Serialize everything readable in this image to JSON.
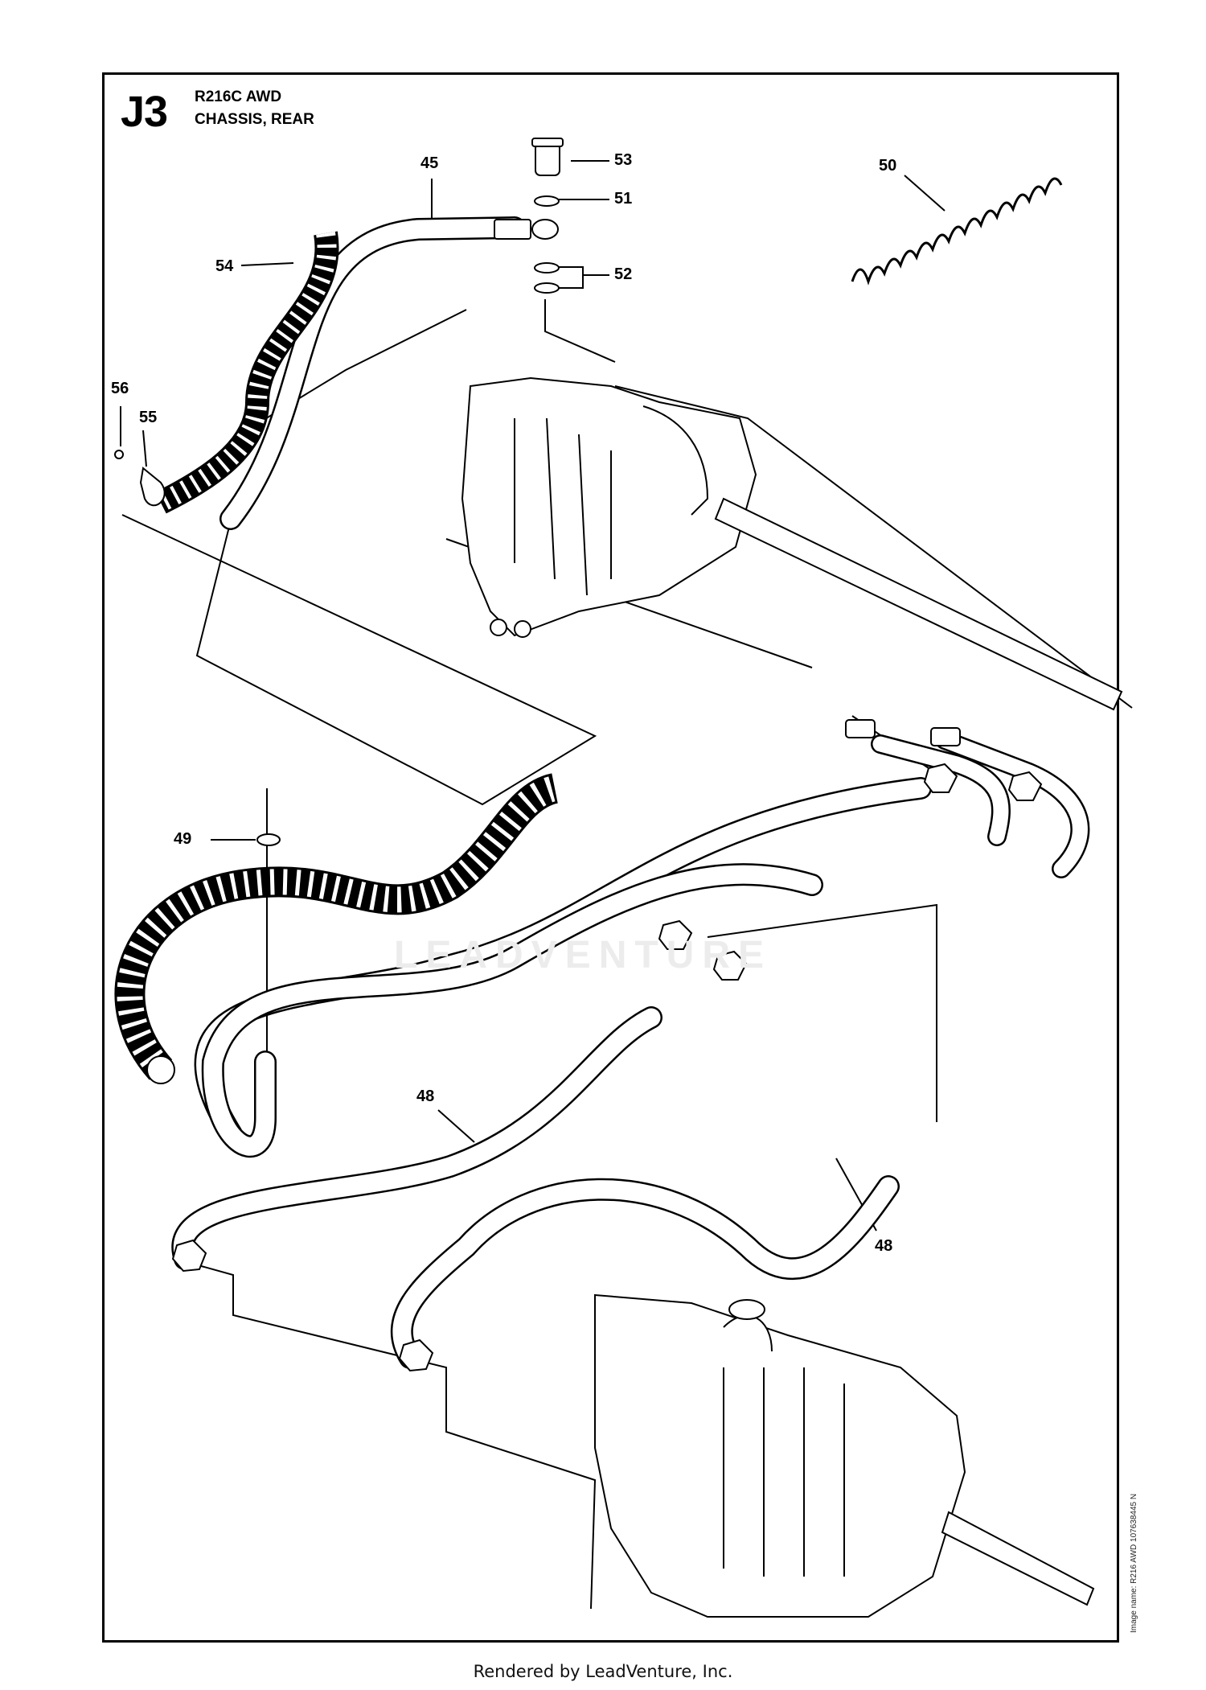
{
  "header": {
    "section_code": "J3",
    "model": "R216C AWD",
    "section_name": "CHASSIS, REAR"
  },
  "callouts": [
    {
      "id": "callout-45",
      "label": "45"
    },
    {
      "id": "callout-53",
      "label": "53"
    },
    {
      "id": "callout-51",
      "label": "51"
    },
    {
      "id": "callout-52",
      "label": "52"
    },
    {
      "id": "callout-50",
      "label": "50"
    },
    {
      "id": "callout-54",
      "label": "54"
    },
    {
      "id": "callout-56",
      "label": "56"
    },
    {
      "id": "callout-55",
      "label": "55"
    },
    {
      "id": "callout-49",
      "label": "49"
    },
    {
      "id": "callout-48a",
      "label": "48"
    },
    {
      "id": "callout-48b",
      "label": "48"
    }
  ],
  "image_id": "Image name: R216 AWD 107638445 N",
  "watermark": "LEADVENTURE",
  "footer": "Rendered by LeadVenture, Inc."
}
